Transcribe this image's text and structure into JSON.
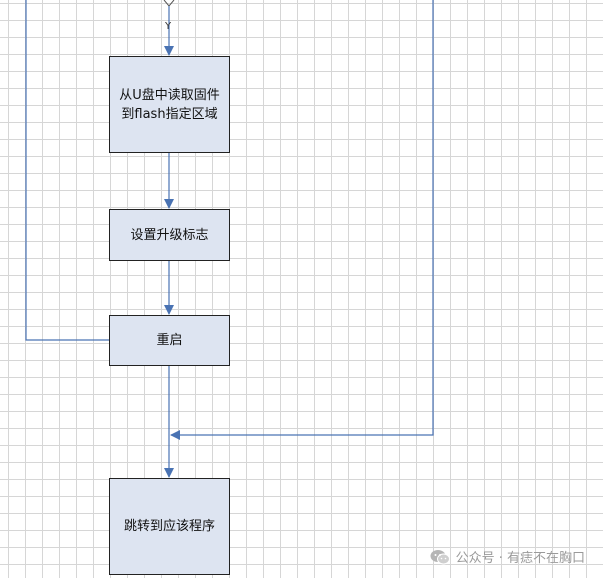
{
  "diagram": {
    "edge_label_yes": "Y",
    "nodes": {
      "read_firmware": {
        "line1": "从U盘中读取固件",
        "line2": "到flash指定区域"
      },
      "set_upgrade_flag": {
        "label": "设置升级标志"
      },
      "restart": {
        "label": "重启"
      },
      "jump_to_app": {
        "label": "跳转到应该程序"
      }
    },
    "colors": {
      "node_fill": "#dde4f1",
      "node_border": "#222222",
      "connector": "#4a73b3",
      "grid": "#d6d6d6"
    }
  },
  "watermark": {
    "icon": "wechat-icon",
    "text": "公众号 · 有痣不在胸口"
  }
}
